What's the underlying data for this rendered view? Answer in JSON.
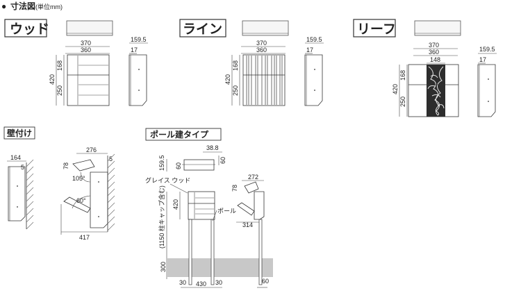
{
  "title": {
    "bullet": "●",
    "main": "寸法図",
    "unit": "(単位mm)"
  },
  "products": [
    {
      "name": "ウッド",
      "w370": "370",
      "w360": "360",
      "h420": "420",
      "h168": "168",
      "h250": "250",
      "d159": "159.5",
      "d17": "17"
    },
    {
      "name": "ライン",
      "w370": "370",
      "w360": "360",
      "h420": "420",
      "h168": "168",
      "h250": "250",
      "d159": "159.5",
      "d17": "17"
    },
    {
      "name": "リーフ",
      "w370": "370",
      "w360": "360",
      "w148": "148",
      "h420": "420",
      "h168": "168",
      "h250": "250",
      "d159": "159.5",
      "d17": "17"
    }
  ],
  "wall": {
    "label": "壁付け",
    "d164": "164",
    "d5a": "5",
    "d276": "276",
    "d5b": "5",
    "a78": "78",
    "a105": "105°",
    "a60": "60°",
    "d417": "417"
  },
  "pole": {
    "label": "ポール建タイプ",
    "d38": "38.8",
    "d159": "159.5",
    "d60a": "60",
    "d60b": "60",
    "gray": "グレイス ウッド",
    "h420": "420",
    "cap": "(1150 柱キャップ含む)",
    "polelbl": "ポール",
    "h300": "300",
    "b30a": "30",
    "b430": "430",
    "b30b": "30",
    "r272": "272",
    "r78": "78",
    "r314": "314",
    "r60": "60"
  }
}
